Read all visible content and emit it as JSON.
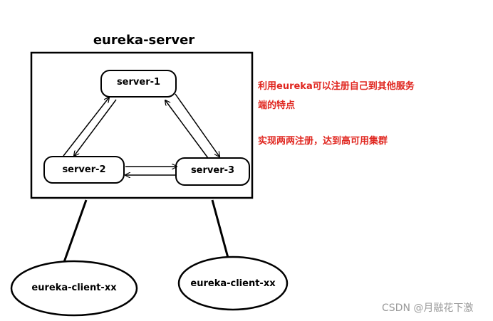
{
  "diagram": {
    "title": "eureka-server",
    "servers": [
      {
        "label": "server-1"
      },
      {
        "label": "server-2"
      },
      {
        "label": "server-3"
      }
    ],
    "clients": [
      {
        "label": "eureka-client-xx"
      },
      {
        "label": "eureka-client-xx"
      }
    ],
    "notes": [
      "利用eureka可以注册自己到其他服务",
      "端的特点",
      "实现两两注册，达到高可用集群"
    ],
    "colors": {
      "note_text": "#e0261f",
      "stroke": "#000000"
    }
  },
  "watermark": "CSDN @月融花下激"
}
